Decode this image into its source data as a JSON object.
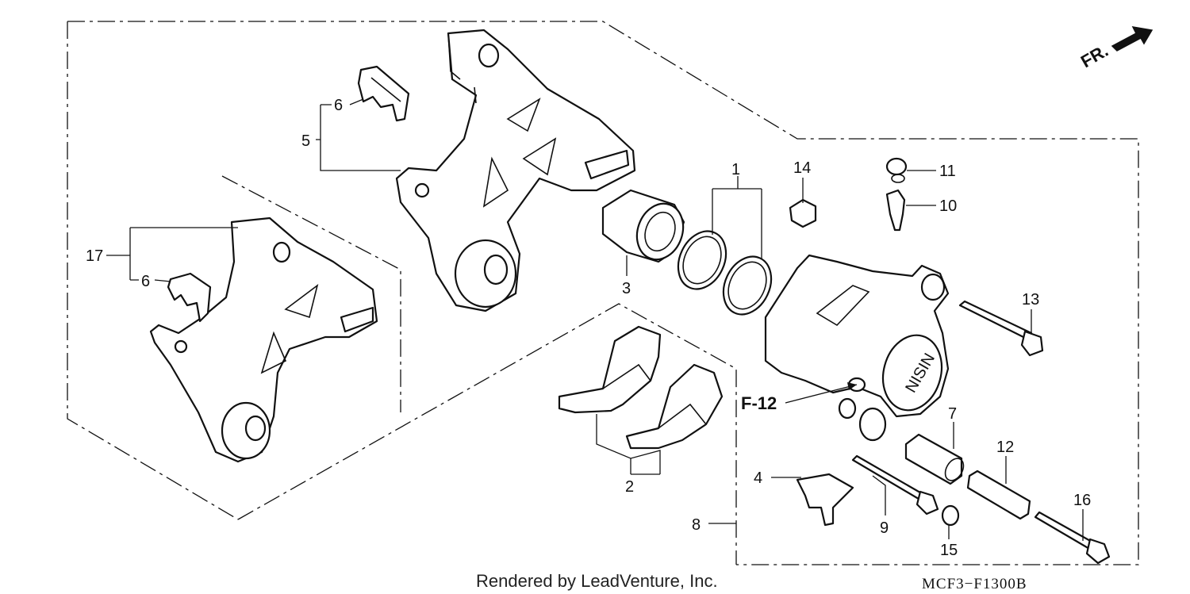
{
  "diagram": {
    "direction_marker": "FR.",
    "reference_marker": "F-12",
    "footer_credit": "Rendered by LeadVenture, Inc.",
    "diagram_code": "MCF3−F1300B",
    "callouts": {
      "c1": "1",
      "c2": "2",
      "c3": "3",
      "c4": "4",
      "c5": "5",
      "c6a": "6",
      "c6b": "6",
      "c7": "7",
      "c8": "8",
      "c9": "9",
      "c10": "10",
      "c11": "11",
      "c12": "12",
      "c13": "13",
      "c14": "14",
      "c15": "15",
      "c16": "16",
      "c17": "17"
    }
  }
}
